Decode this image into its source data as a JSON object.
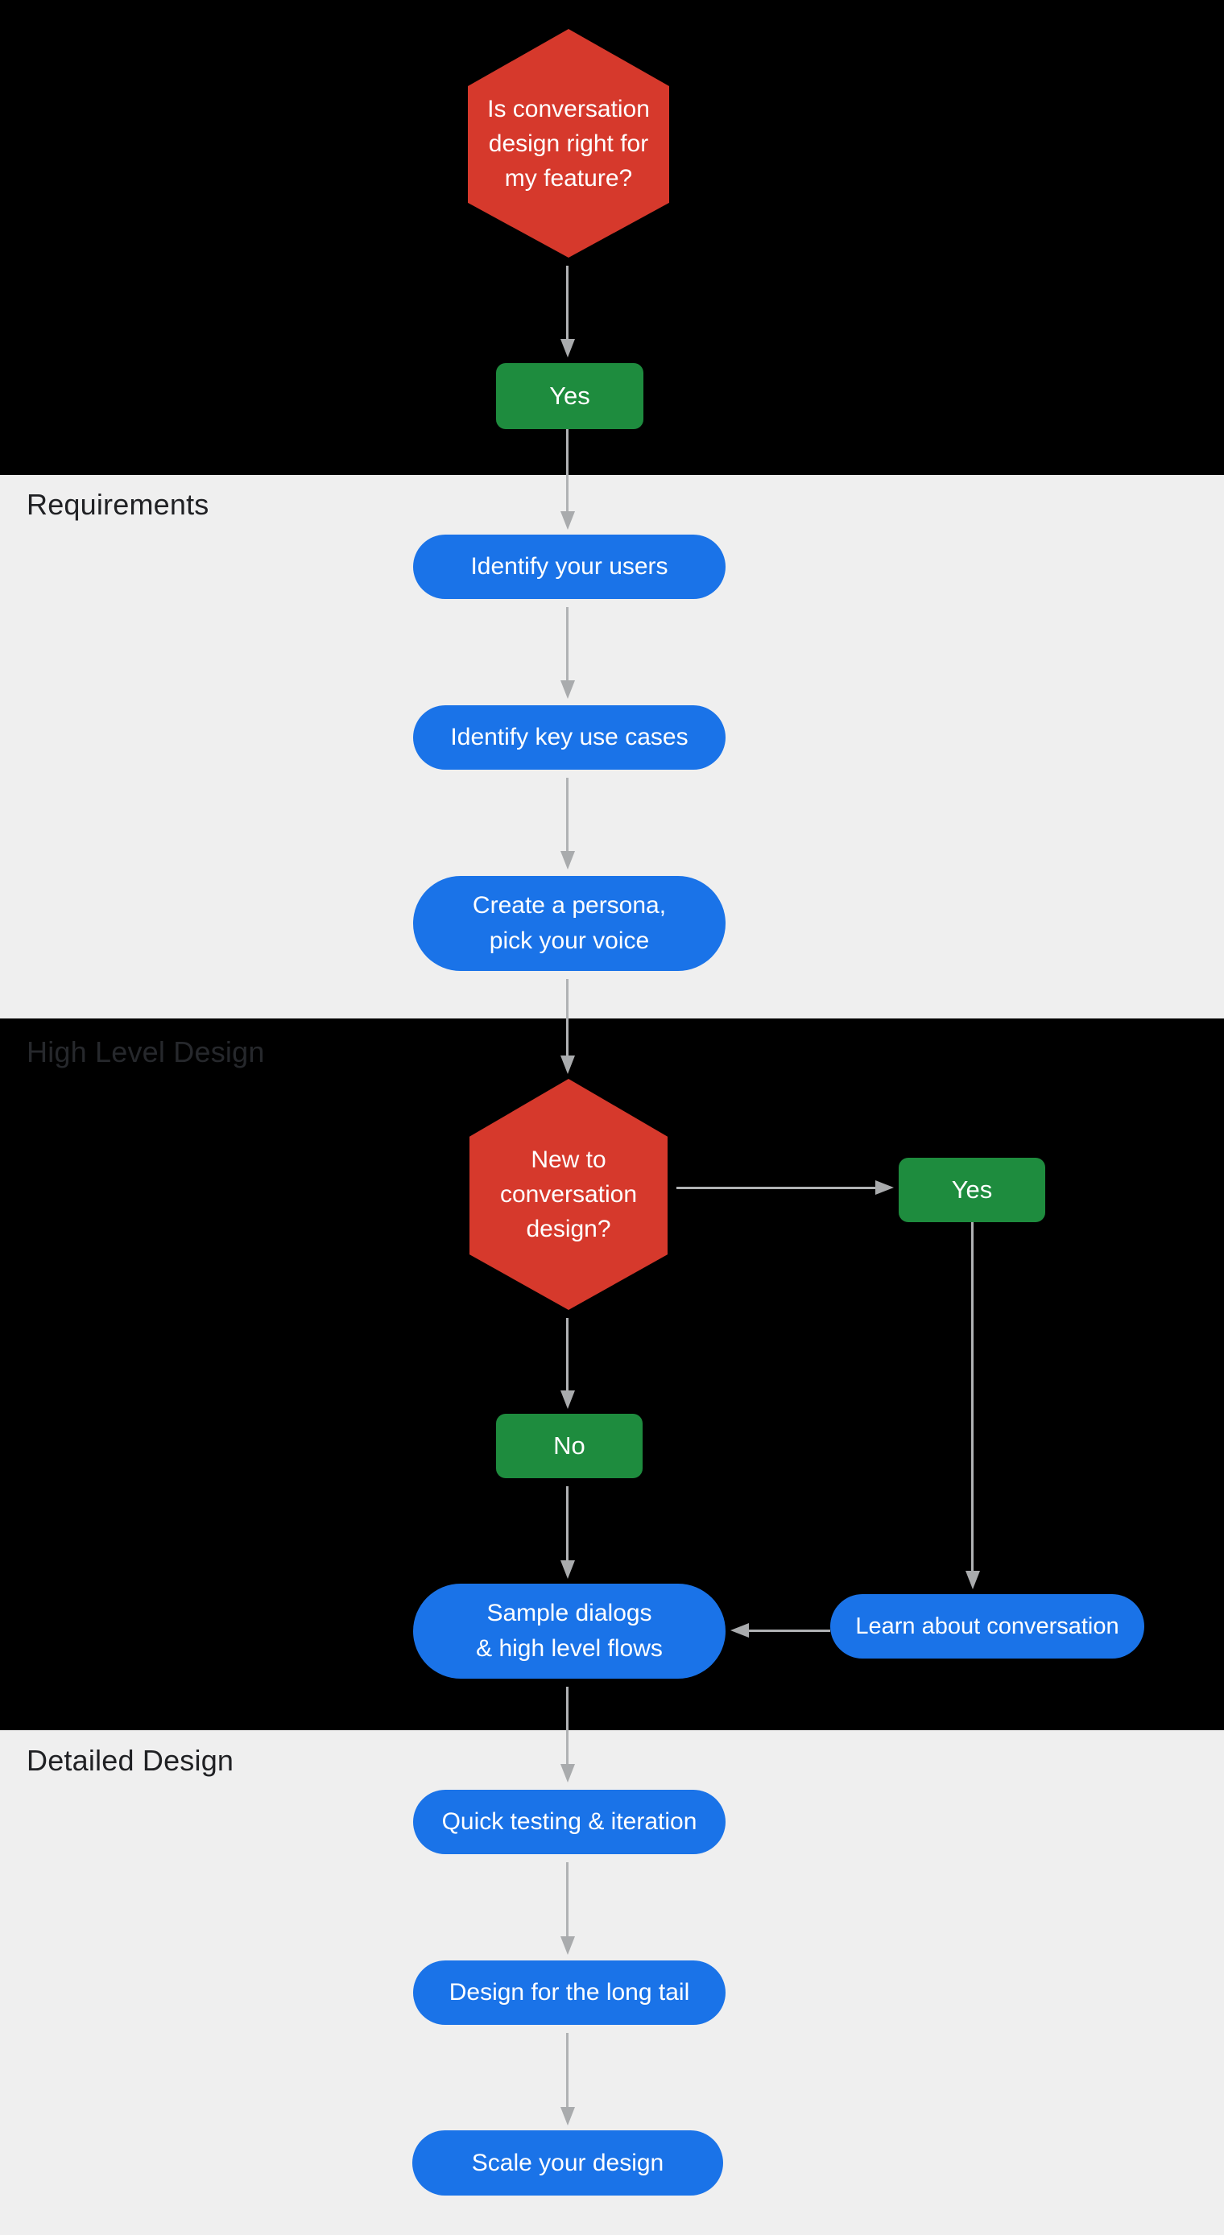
{
  "diagram_title": "Conversation design process flowchart",
  "colors": {
    "decision_red": "#d6392c",
    "answer_green": "#1e8c3e",
    "step_blue": "#1a73e8",
    "section_black": "#000000",
    "section_gray": "#efefef",
    "arrow_gray": "#b0b2b4",
    "label_dark": "#202124"
  },
  "sections": [
    {
      "label": ""
    },
    {
      "label": "Requirements"
    },
    {
      "label": "High Level Design"
    },
    {
      "label": "Detailed Design"
    }
  ],
  "nodes": {
    "hex1": {
      "lines": [
        "Is conversation",
        "design right for",
        "my feature?"
      ]
    },
    "yes1": {
      "label": "Yes"
    },
    "pill_users": {
      "label": "Identify your users"
    },
    "pill_use_cases": {
      "label": "Identify key use cases"
    },
    "pill_persona": {
      "lines": [
        "Create a persona,",
        "pick your voice"
      ]
    },
    "hex2": {
      "lines": [
        "New to",
        "conversation",
        "design?"
      ]
    },
    "yes2": {
      "label": "Yes"
    },
    "no1": {
      "label": "No"
    },
    "pill_sample": {
      "lines": [
        "Sample dialogs",
        "& high level flows"
      ]
    },
    "pill_learn": {
      "label": "Learn about conversation"
    },
    "pill_quick": {
      "label": "Quick testing & iteration"
    },
    "pill_long_tail": {
      "label": "Design for the long tail"
    },
    "pill_scale": {
      "label": "Scale your design"
    }
  }
}
